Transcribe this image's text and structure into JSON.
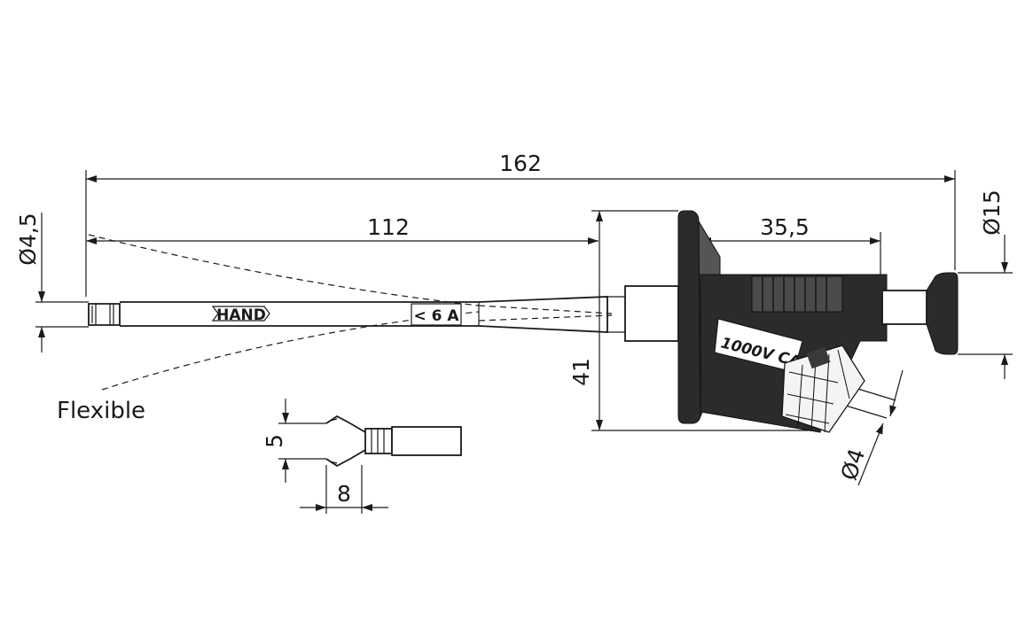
{
  "drawing": {
    "dimensions": {
      "overall_length": "162",
      "probe_length": "112",
      "head_length": "35,5",
      "tip_diameter": "Ø4,5",
      "knob_diameter": "Ø15",
      "height": "41",
      "socket_diameter": "Ø4",
      "jaw_opening": "5",
      "jaw_length": "8"
    },
    "labels": {
      "flexible": "Flexible",
      "hand_mark": "HAND",
      "current_mark": "< 6 A",
      "rating_mark": "1000V CAT"
    }
  }
}
